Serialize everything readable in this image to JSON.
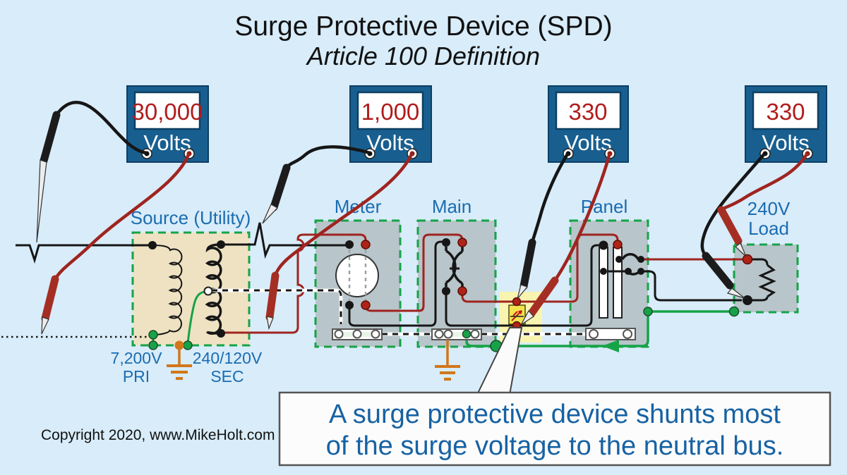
{
  "title": "Surge Protective Device (SPD)",
  "subtitle": "Article 100 Definition",
  "copyright": "Copyright 2020, www.MikeHolt.com",
  "meters": [
    {
      "value": "30,000",
      "unit": "Volts"
    },
    {
      "value": "1,000",
      "unit": "Volts"
    },
    {
      "value": "330",
      "unit": "Volts"
    },
    {
      "value": "330",
      "unit": "Volts"
    }
  ],
  "labels": {
    "source": "Source (Utility)",
    "meter": "Meter",
    "main": "Main",
    "panel": "Panel",
    "load_line1": "240V",
    "load_line2": "Load",
    "primary_voltage": "7,200V",
    "primary_tag": "PRI",
    "secondary_voltage": "240/120V",
    "secondary_tag": "SEC"
  },
  "callout": {
    "line1": "A surge protective device shunts most",
    "line2": "of the surge voltage to the neutral bus."
  },
  "colors": {
    "background": "#d8ecf9",
    "meter_blue": "#185f90",
    "display_red": "#b01c1c",
    "wire_black": "#161616",
    "wire_red": "#9f2420",
    "wire_green": "#16a348",
    "ground_orange": "#d1771a",
    "label_blue": "#1b6cb0",
    "box_gray": "#b8c5ca",
    "box_tan": "#efe2c2",
    "spd_highlight": "#f9f4b0",
    "spd_yellow": "#f3e44f",
    "callout_blue": "#1762a3"
  }
}
